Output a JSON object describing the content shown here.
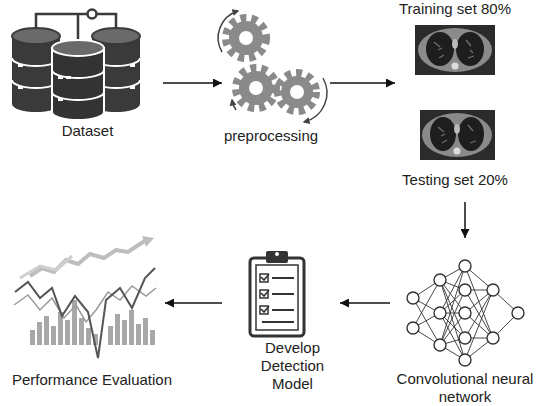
{
  "diagram": {
    "nodes": [
      {
        "text": [
          "Dataset"
        ]
      },
      {
        "text": [
          "preprocessing"
        ]
      },
      {
        "text": [
          "Training set 80%"
        ]
      },
      {
        "text": [
          "Testing set 20%"
        ]
      },
      {
        "text": [
          "Convolutional neural network"
        ]
      },
      {
        "text": [
          "Develop Detection Model"
        ]
      },
      {
        "text": [
          "Performance Evaluation"
        ]
      }
    ],
    "edges": [
      {
        "from": 0,
        "to": 1,
        "arrow": "to"
      },
      {
        "from": 1,
        "to": 2,
        "arrow": "to"
      },
      {
        "from": 3,
        "to": 4,
        "arrow": "to"
      },
      {
        "from": 4,
        "to": 5,
        "arrow": "to"
      },
      {
        "from": 5,
        "to": 6,
        "arrow": "to"
      }
    ]
  }
}
